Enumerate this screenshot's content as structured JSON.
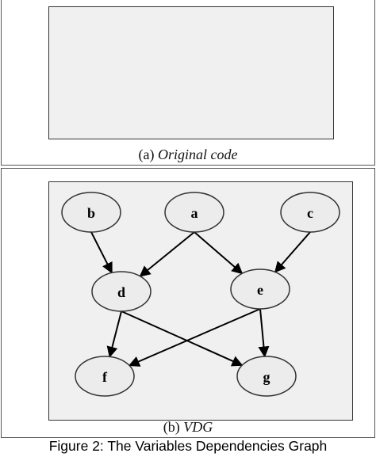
{
  "panel_a": {
    "caption_prefix": "(a) ",
    "caption_italic": "Original code"
  },
  "panel_b": {
    "caption_prefix": "(b) ",
    "caption_italic": "VDG",
    "nodes": [
      {
        "id": "b",
        "label": "b"
      },
      {
        "id": "a",
        "label": "a"
      },
      {
        "id": "c",
        "label": "c"
      },
      {
        "id": "d",
        "label": "d"
      },
      {
        "id": "e",
        "label": "e"
      },
      {
        "id": "f",
        "label": "f"
      },
      {
        "id": "g",
        "label": "g"
      }
    ],
    "edges": [
      {
        "from": "b",
        "to": "d"
      },
      {
        "from": "a",
        "to": "d"
      },
      {
        "from": "a",
        "to": "e"
      },
      {
        "from": "c",
        "to": "e"
      },
      {
        "from": "d",
        "to": "f"
      },
      {
        "from": "d",
        "to": "g"
      },
      {
        "from": "e",
        "to": "f"
      },
      {
        "from": "e",
        "to": "g"
      }
    ]
  },
  "figure_caption": "Figure 2: The Variables Dependencies Graph"
}
